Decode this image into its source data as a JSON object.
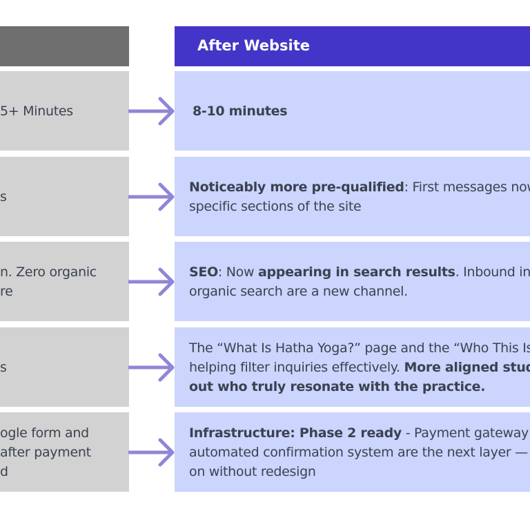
{
  "header": {
    "after_title": "After Website"
  },
  "accent": "#4335c8",
  "rows": [
    {
      "before": [
        "5+ Minutes"
      ],
      "after": [
        [
          {
            "t": "8-10 minutes",
            "b": true
          }
        ]
      ]
    },
    {
      "before": [
        "s"
      ],
      "after": [
        [
          {
            "t": "Noticeably more pre-qualified",
            "b": true
          },
          {
            "t": ": First messages now "
          }
        ],
        [
          {
            "t": "specific sections of the site"
          }
        ]
      ]
    },
    {
      "before": [
        "n. Zero organic",
        "re"
      ],
      "after": [
        [
          {
            "t": "SEO",
            "b": true
          },
          {
            "t": ": Now "
          },
          {
            "t": "appearing in search results",
            "b": true
          },
          {
            "t": ". Inbound inqu"
          }
        ],
        [
          {
            "t": "organic search are a new channel."
          }
        ]
      ]
    },
    {
      "before": [
        "s"
      ],
      "after": [
        [
          {
            "t": "The “What Is Hatha Yoga?” page and the “Who This Is"
          }
        ],
        [
          {
            "t": "helping filter inquiries effectively. "
          },
          {
            "t": "More aligned stud",
            "b": true
          }
        ],
        [
          {
            "t": "out who truly resonate with the practice.",
            "b": true
          }
        ]
      ]
    },
    {
      "before": [
        "ogle form and",
        "after payment",
        "d"
      ],
      "after": [
        [
          {
            "t": "Infrastructure: Phase 2 ready",
            "b": true
          },
          {
            "t": " - Payment gateway int"
          }
        ],
        [
          {
            "t": "automated confirmation system are the next layer —"
          }
        ],
        [
          {
            "t": "on without redesign"
          }
        ]
      ]
    }
  ]
}
